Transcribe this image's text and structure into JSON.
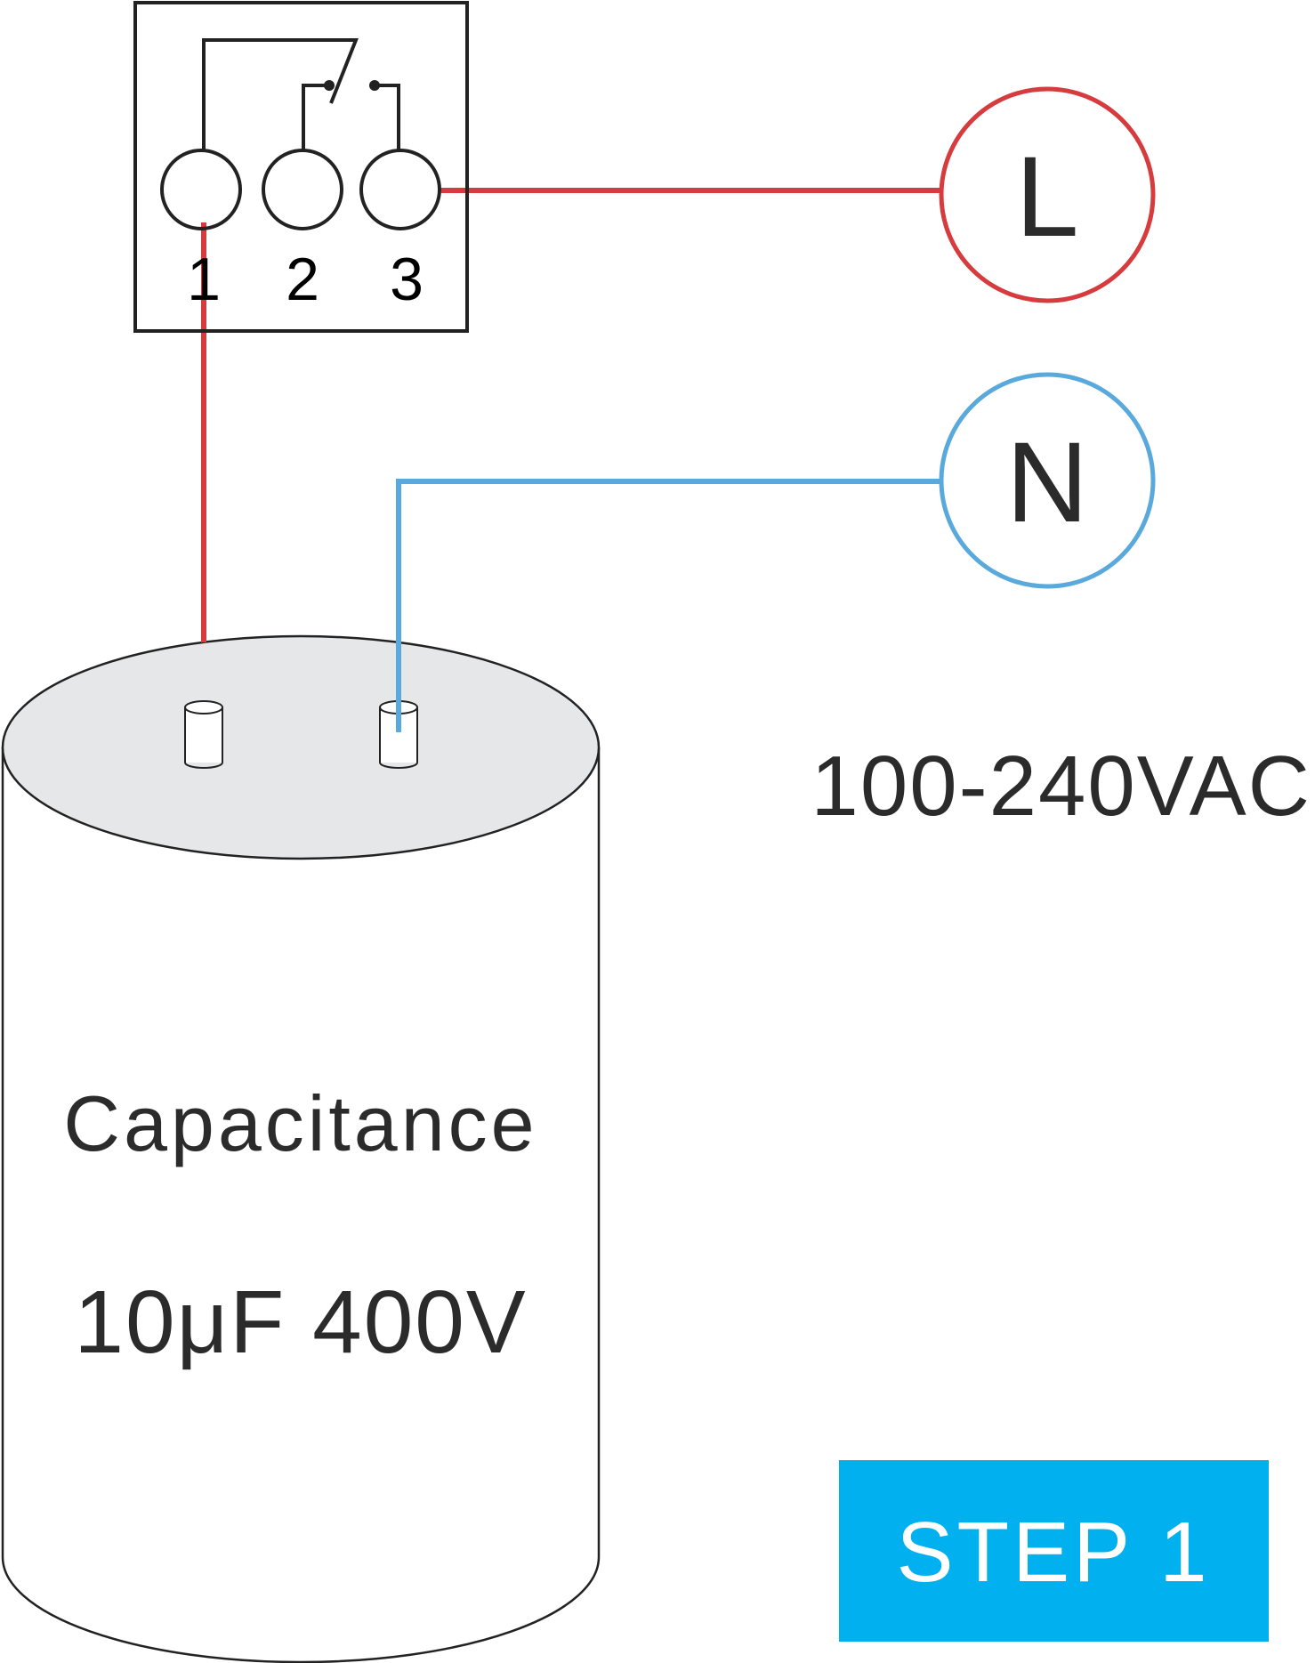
{
  "switch_box": {
    "terminals": [
      {
        "label": "1"
      },
      {
        "label": "2"
      },
      {
        "label": "3"
      }
    ]
  },
  "line": {
    "label": "L",
    "color": "#d63b3e"
  },
  "neutral": {
    "label": "N",
    "color": "#5aa9dc"
  },
  "supply": {
    "voltage_label": "100-240VAC"
  },
  "capacitor": {
    "title": "Capacitance",
    "rating": "10μF 400V",
    "top_color": "#e6e7e8"
  },
  "step_badge": {
    "label": "STEP 1",
    "color": "#00b0ef"
  }
}
